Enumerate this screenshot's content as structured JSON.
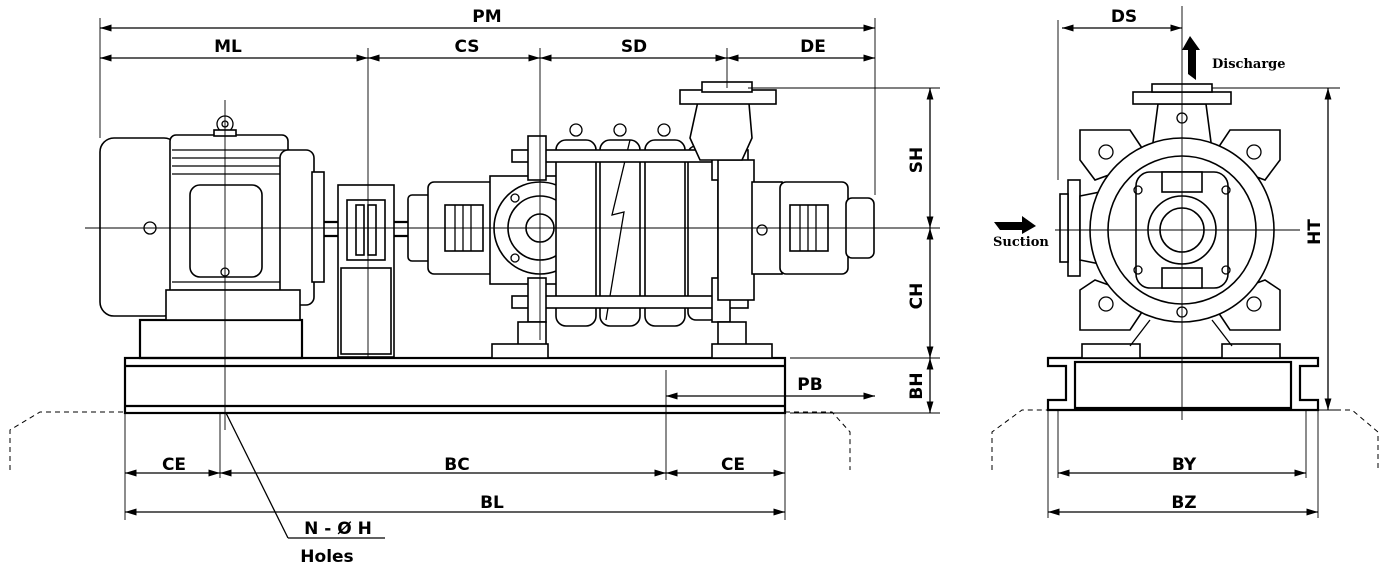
{
  "dimensions": {
    "pm": "PM",
    "ml": "ML",
    "cs": "CS",
    "sd": "SD",
    "de": "DE",
    "sh": "SH",
    "ch": "CH",
    "bh": "BH",
    "pb": "PB",
    "ce_left": "CE",
    "bc": "BC",
    "ce_right": "CE",
    "bl": "BL",
    "ds": "DS",
    "ht": "HT",
    "by": "BY",
    "bz": "BZ"
  },
  "labels": {
    "holes_spec": "N - Ø  H",
    "holes": "Holes",
    "discharge": "Discharge",
    "suction": "Suction"
  }
}
